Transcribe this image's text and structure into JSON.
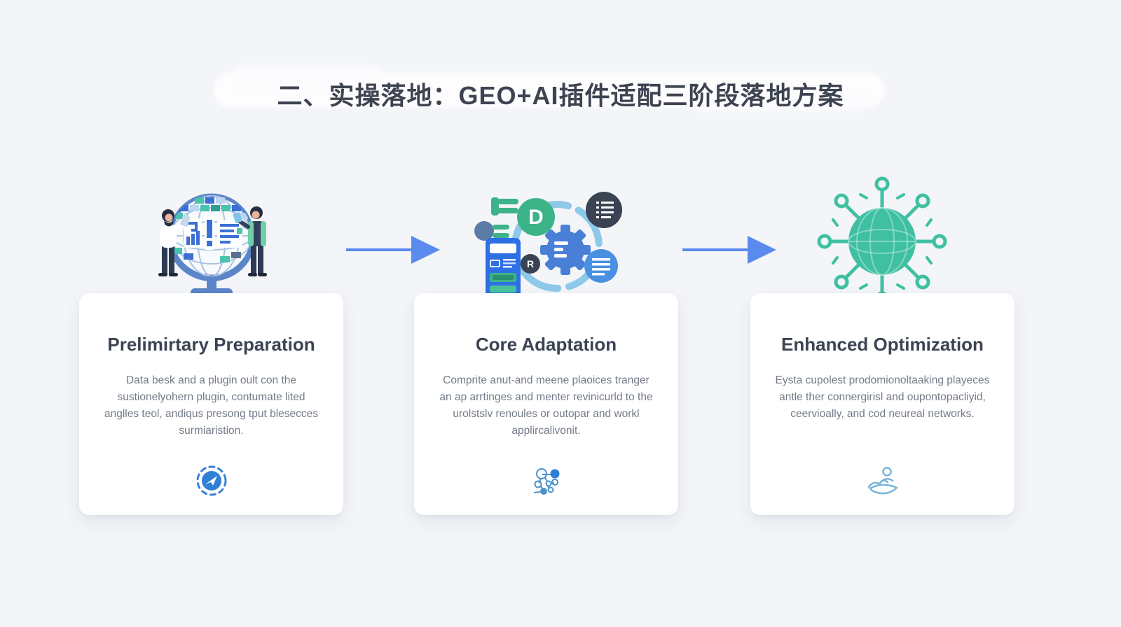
{
  "title": {
    "text": "二、实操落地：GEO+AI插件适配三阶段落地方案"
  },
  "stages": [
    {
      "title": "Prelimirtary Preparation",
      "body": "Data besk and a plugin oult con the sustionelyohern plugin, contumate lited anglles teol, andiqus presong tput blesecces surmiaristion.",
      "illustration": "globe-research-people-illustration",
      "footer_icon": "compass-send-icon"
    },
    {
      "title": "Core Adaptation",
      "body": "Comprite anut-and meene plaoices tranger an ap arrtinges and menter revinicurld to the urolstslv renoules or outopar and workl applircalivonit.",
      "illustration": "plugin-gear-collage-illustration",
      "footer_icon": "molecule-icon"
    },
    {
      "title": "Enhanced Optimization",
      "body": "Eysta cupolest prodomionoltaaking playeces antle ther connergirisl and oupontopacliyid, ceervioally, and cod neureal networks.",
      "illustration": "network-globe-illustration",
      "footer_icon": "person-wave-icon"
    }
  ],
  "colors": {
    "background": "#f3f5f8",
    "card_background": "#ffffff",
    "title_text": "#3d4350",
    "card_title_text": "#3b4453",
    "card_body_text": "#737b88",
    "arrow_blue": "#5b8aee",
    "teal": "#3fc0a2",
    "green": "#3db389",
    "blue": "#4a7fd8",
    "dark_slate": "#3a4352",
    "globe_blue": "#5b85c8"
  }
}
